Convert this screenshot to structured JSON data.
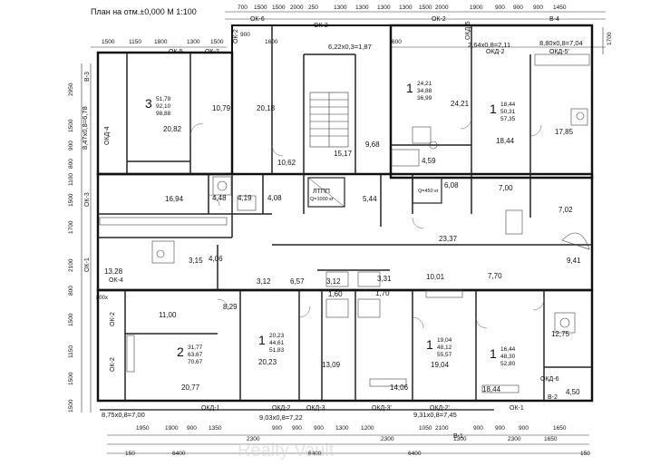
{
  "title": "План на отм.±0,000 М 1:100",
  "watermark": "Realty Vault",
  "dims_top": [
    "700",
    "1500",
    "1500",
    "2000",
    "250",
    "1300",
    "1300",
    "1300",
    "1300",
    "1500",
    "2000",
    "1900",
    "900",
    "900",
    "900",
    "1450",
    "1500",
    "1150",
    "1800",
    "1300",
    "1500",
    "600",
    "1600",
    "900"
  ],
  "dims_bottom": [
    "1950",
    "1900",
    "900",
    "1350",
    "2300",
    "900",
    "900",
    "900",
    "1300",
    "1200",
    "2300",
    "1050",
    "2100",
    "1300",
    "900",
    "900",
    "900",
    "1650",
    "150",
    "6400",
    "6400",
    "6400",
    "150",
    "1650",
    "2300"
  ],
  "dims_left": [
    "2950",
    "1500",
    "900",
    "800",
    "1100",
    "1500",
    "1700",
    "2100",
    "800",
    "1500",
    "1150",
    "1500",
    "1500"
  ],
  "dims_right": [
    "1700"
  ],
  "openings": [
    "ОК-6",
    "ОК-5",
    "ОК-2",
    "ОК-2",
    "ОК-2",
    "В-4",
    "ОК-2",
    "ОКД-2",
    "ОКД-5",
    "ОКД-5'",
    "В-3",
    "ОКД-4",
    "ОК-3",
    "ОК-1",
    "ОК-4",
    "ОК-2",
    "ОК-2",
    "ОКД-1",
    "ОКД-2",
    "ОКД-3",
    "ОКД-3'",
    "ОКД-2'",
    "ОК-1",
    "ОКД-6",
    "В-2",
    "В-1"
  ],
  "window_sizes": [
    "6,22x0,3=1,87",
    "2,64x0,8=2,11",
    "8,80x0,8=7,04",
    "8,47x0,8=6,78",
    "8,75x0,8=7,00",
    "9,03x0,8=7,22",
    "9,31x0,8=7,45"
  ],
  "apartments": [
    {
      "rooms": "3",
      "living": "51,79",
      "total": "92,10",
      "total2": "98,88"
    },
    {
      "rooms": "1",
      "living": "24,21",
      "total": "34,88",
      "total2": "36,99"
    },
    {
      "rooms": "1",
      "living": "18,44",
      "total": "50,31",
      "total2": "57,35"
    },
    {
      "rooms": "2",
      "living": "31,77",
      "total": "63,67",
      "total2": "70,67"
    },
    {
      "rooms": "1",
      "living": "20,23",
      "total": "44,61",
      "total2": "51,83"
    },
    {
      "rooms": "1",
      "living": "19,04",
      "total": "48,12",
      "total2": "55,57"
    },
    {
      "rooms": "1",
      "living": "16,44",
      "total": "48,30",
      "total2": "52,80"
    }
  ],
  "room_areas": [
    "10,79",
    "20,18",
    "20,82",
    "24,21",
    "18,44",
    "17,85",
    "10,62",
    "15,17",
    "9,68",
    "4,59",
    "6,08",
    "16,94",
    "4,48",
    "4,19",
    "4,08",
    "5,44",
    "7,00",
    "7,02",
    "23,37",
    "13,28",
    "3,15",
    "4,06",
    "10,01",
    "9,41",
    "3,12",
    "6,57",
    "3,12",
    "3,31",
    "1,60",
    "1,70",
    "7,70",
    "11,00",
    "8,29",
    "20,23",
    "19,04",
    "12,75",
    "20,77",
    "13,09",
    "14,06",
    "18,44",
    "4,50"
  ],
  "labels": {
    "lift": "ЛТПП",
    "lift_capacity": "Q=1000 кг",
    "lift2": "Q=450 кг",
    "ventilation": "800x"
  }
}
